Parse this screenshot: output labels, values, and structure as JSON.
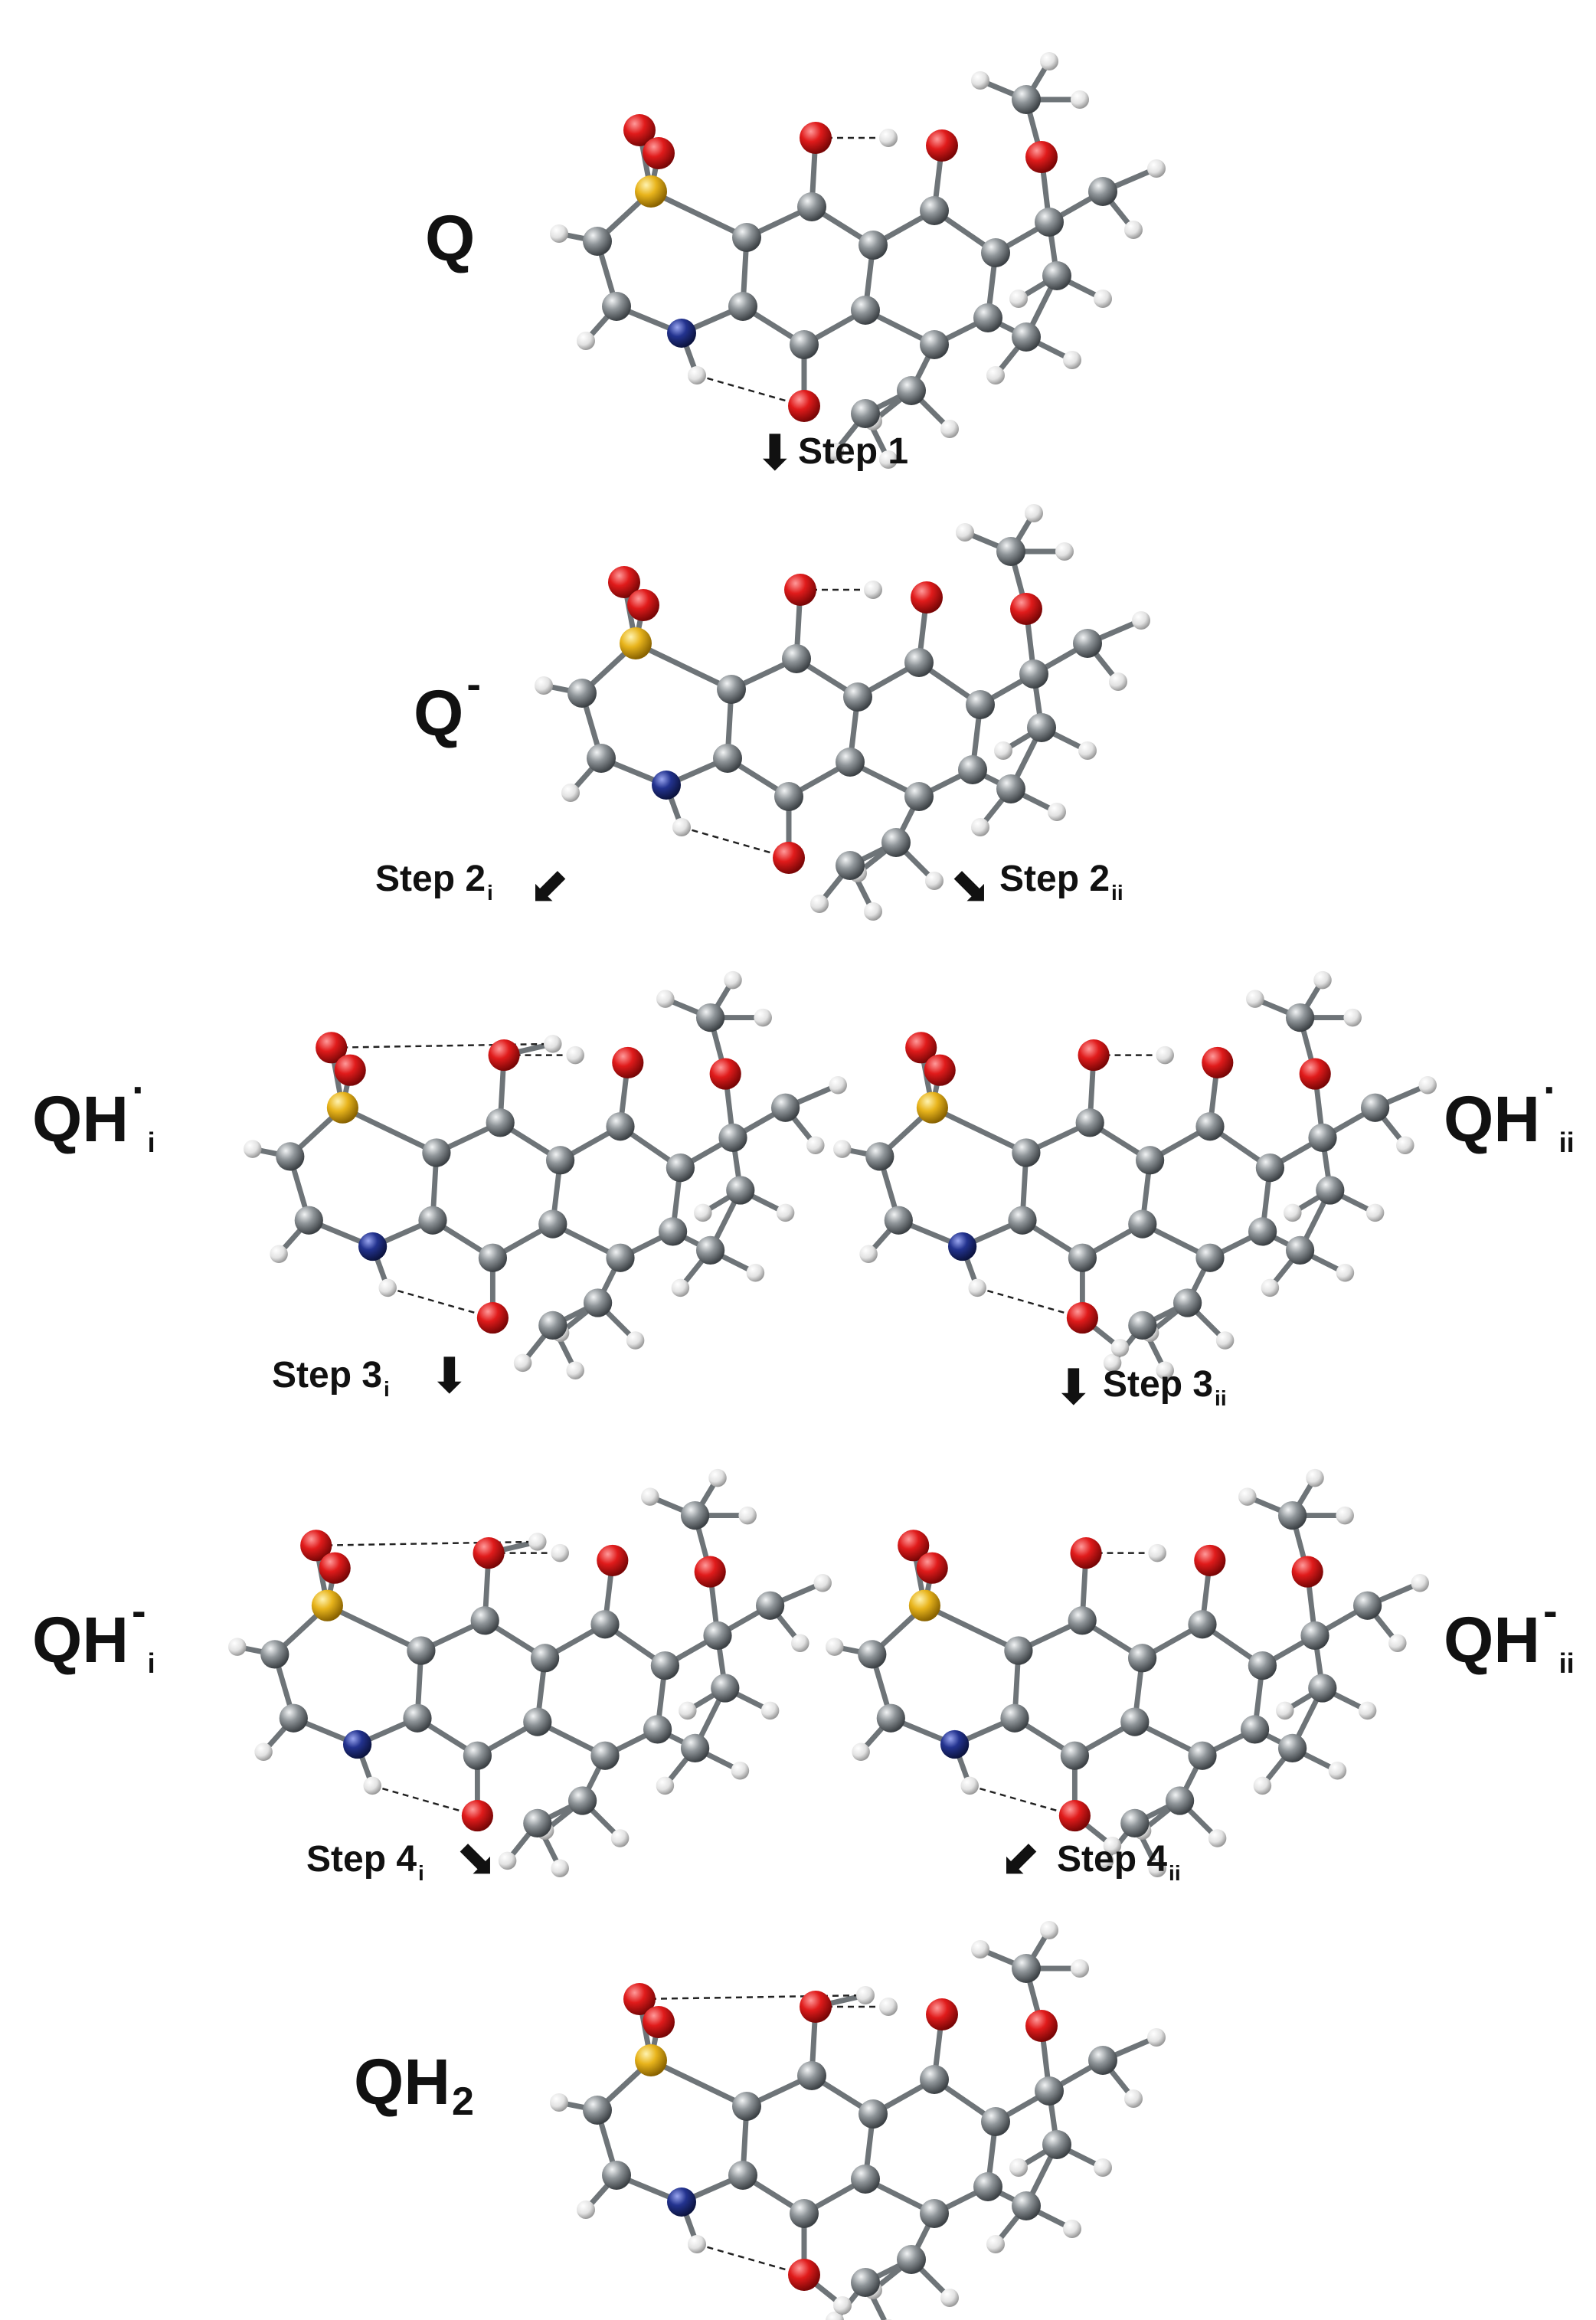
{
  "species": [
    {
      "id": "Q",
      "base": "Q",
      "sup": "",
      "sub": ""
    },
    {
      "id": "Qm",
      "base": "Q",
      "sup": "-",
      "sub": ""
    },
    {
      "id": "QHi_rad",
      "base": "QH",
      "sup": "·",
      "sub": "i"
    },
    {
      "id": "QHii_rad",
      "base": "QH",
      "sup": "·",
      "sub": "ii"
    },
    {
      "id": "QHi_an",
      "base": "QH",
      "sup": "-",
      "sub": "i"
    },
    {
      "id": "QHii_an",
      "base": "QH",
      "sup": "-",
      "sub": "ii"
    },
    {
      "id": "QH2",
      "base": "QH",
      "sup": "",
      "sub": "2"
    }
  ],
  "steps": [
    {
      "id": "s1",
      "text": "Step 1",
      "sub": ""
    },
    {
      "id": "s2i",
      "text": "Step 2",
      "sub": "i"
    },
    {
      "id": "s2ii",
      "text": "Step 2",
      "sub": "ii"
    },
    {
      "id": "s3i",
      "text": "Step 3",
      "sub": "i"
    },
    {
      "id": "s3ii",
      "text": "Step 3",
      "sub": "ii"
    },
    {
      "id": "s4i",
      "text": "Step 4",
      "sub": "i"
    },
    {
      "id": "s4ii",
      "text": "Step 4",
      "sub": "ii"
    }
  ],
  "arrows": [
    "down",
    "down-left",
    "down-right",
    "down",
    "down",
    "down-right",
    "down-left"
  ],
  "atom_colors": {
    "C": "#8f9599",
    "H": "#e8e8e8",
    "O": "#e01b1b",
    "N": "#23338f",
    "S": "#e8b41c"
  }
}
